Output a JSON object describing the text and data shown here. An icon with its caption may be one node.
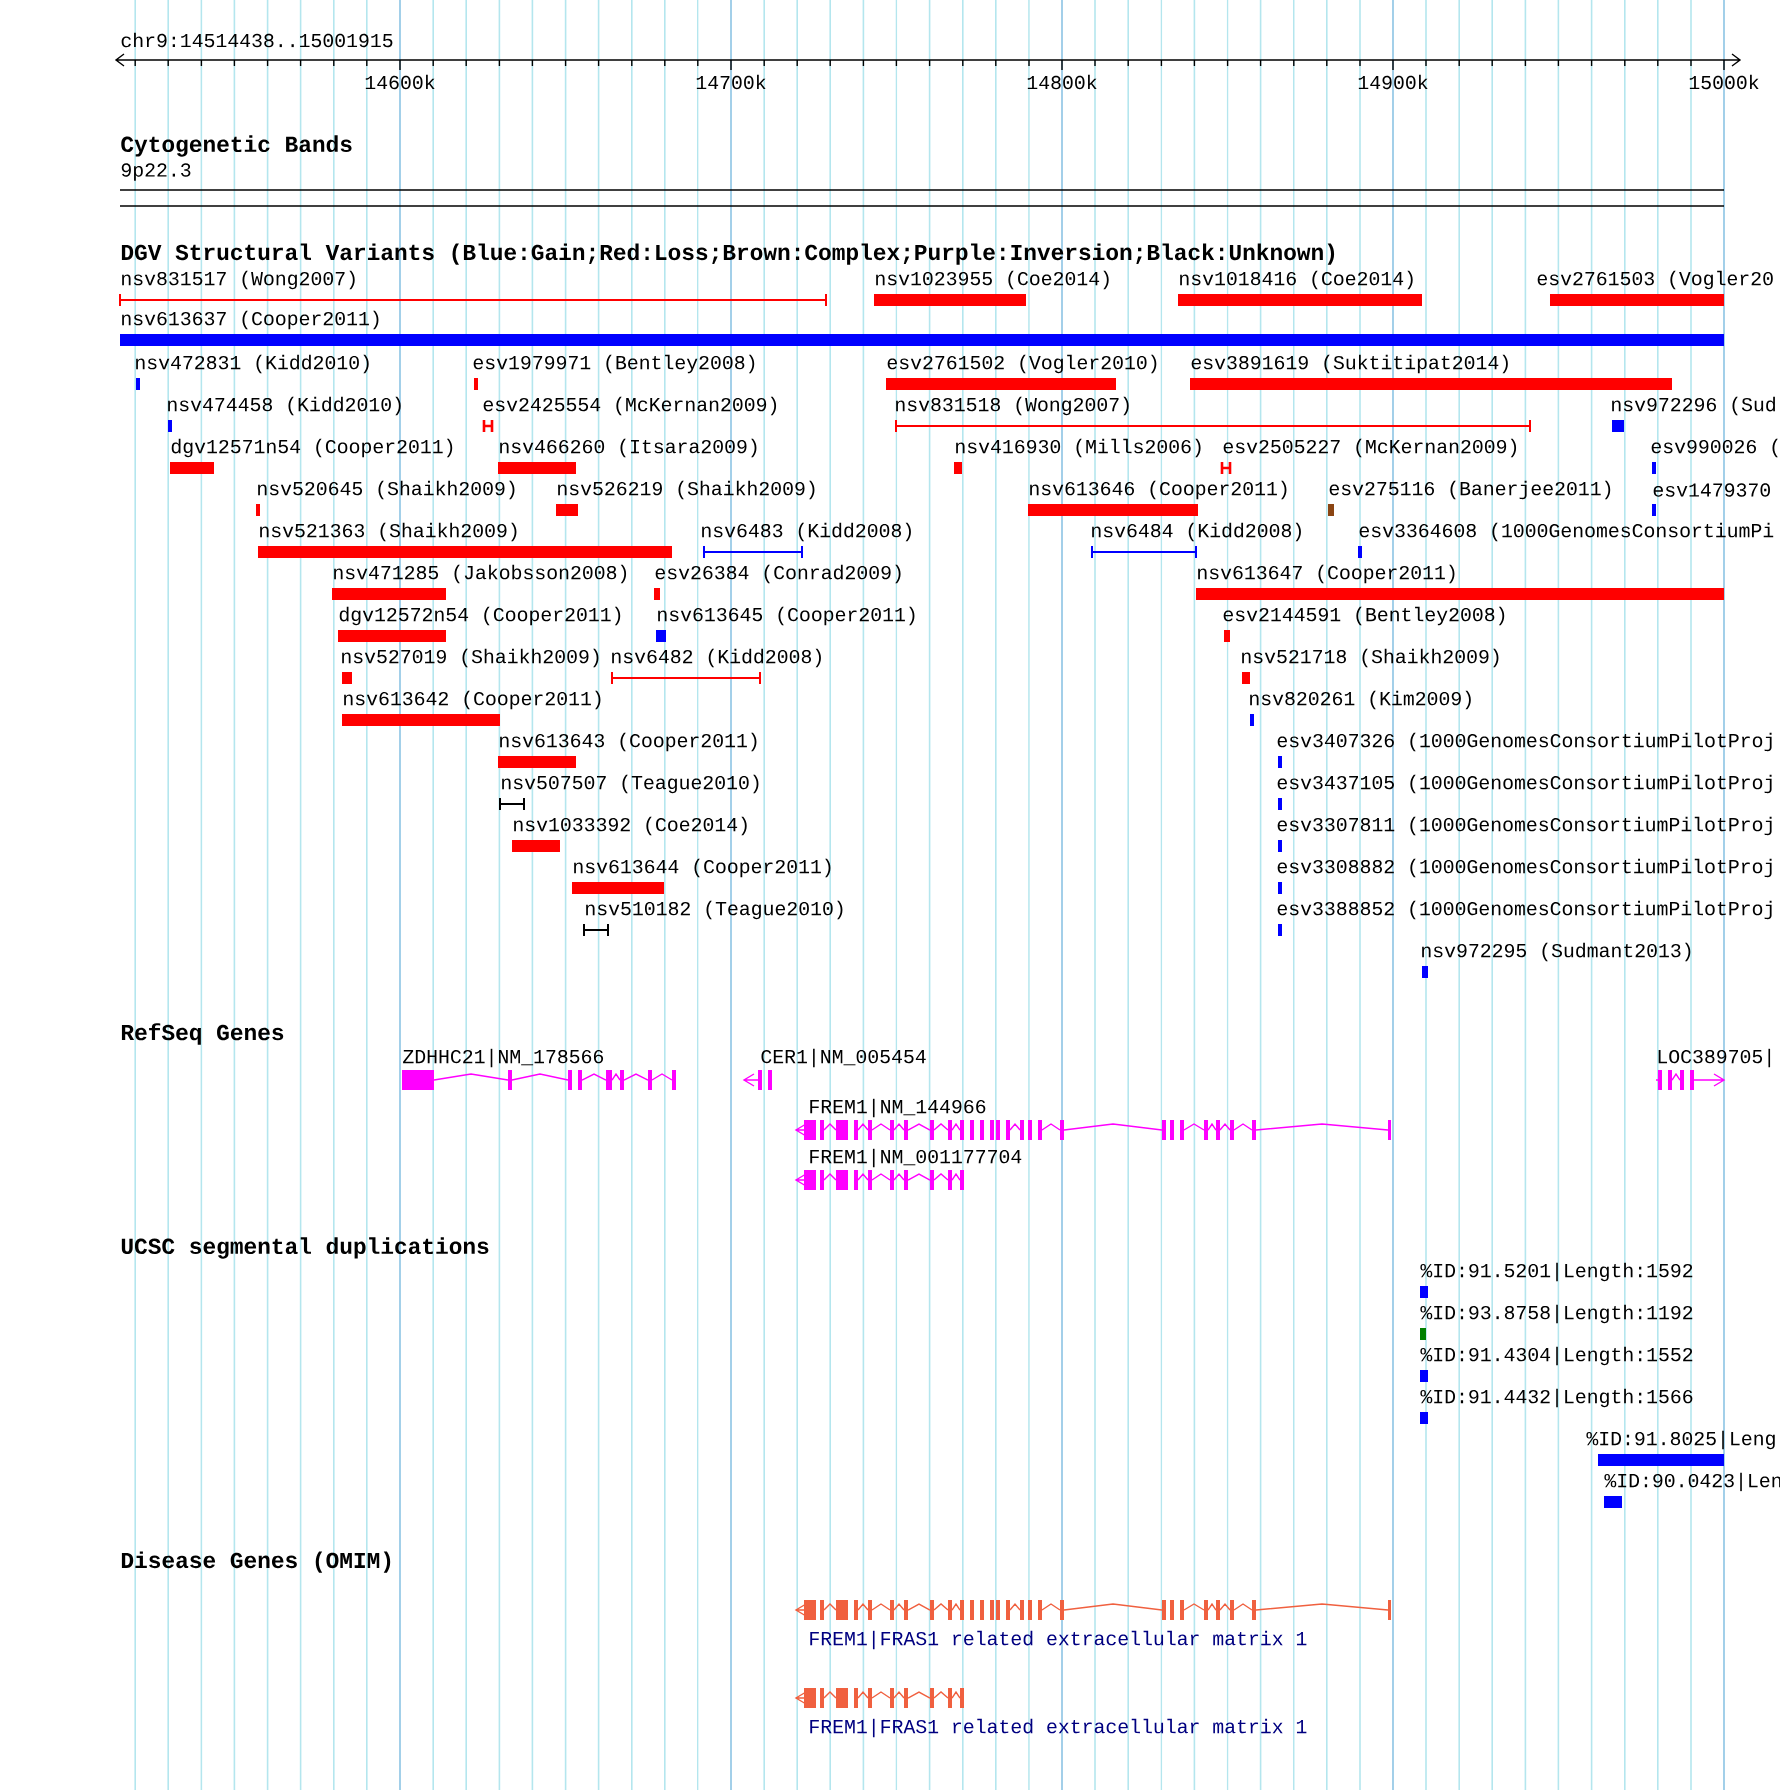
{
  "diagram": {
    "labels": [
      "chr9:14514438..15001915",
      "14600k",
      "14700k",
      "14800k",
      "14900k",
      "15000k",
      "Cytogenetic Bands",
      "9p22.3",
      "DGV Structural Variants (Blue:Gain;Red:Loss;Brown:Complex;Purple:Inversion;Black:Unknown)",
      "nsv831517 (Wong2007)",
      "nsv1023955 (Coe2014)",
      "nsv1018416 (Coe2014)",
      "esv2761503 (Vogler20",
      "nsv613637 (Cooper2011)",
      "nsv472831 (Kidd2010)",
      "esv1979971 (Bentley2008)",
      "esv2761502 (Vogler2010)",
      "esv3891619 (Suktitipat2014)",
      "nsv474458 (Kidd2010)",
      "esv2425554 (McKernan2009)",
      "nsv831518 (Wong2007)",
      "nsv972296 (Sud",
      "dgv12571n54 (Cooper2011)",
      "nsv466260 (Itsara2009)",
      "nsv416930 (Mills2006)",
      "esv2505227 (McKernan2009)",
      "esv990026 (",
      "nsv520645 (Shaikh2009)",
      "nsv526219 (Shaikh2009)",
      "nsv613646 (Cooper2011)",
      "esv275116 (Banerjee2011)",
      "esv1479370",
      "nsv521363 (Shaikh2009)",
      "nsv6483 (Kidd2008)",
      "nsv6484 (Kidd2008)",
      "esv3364608 (1000GenomesConsortiumPi",
      "nsv471285 (Jakobsson2008)",
      "esv26384 (Conrad2009)",
      "nsv613647 (Cooper2011)",
      "dgv12572n54 (Cooper2011)",
      "nsv613645 (Cooper2011)",
      "esv2144591 (Bentley2008)",
      "nsv527019 (Shaikh2009)",
      "nsv6482 (Kidd2008)",
      "nsv521718 (Shaikh2009)",
      "nsv613642 (Cooper2011)",
      "nsv820261 (Kim2009)",
      "nsv613643 (Cooper2011)",
      "esv3407326 (1000GenomesConsortiumPilotProj",
      "nsv507507 (Teague2010)",
      "esv3437105 (1000GenomesConsortiumPilotProj",
      "nsv1033392 (Coe2014)",
      "esv3307811 (1000GenomesConsortiumPilotProj",
      "nsv613644 (Cooper2011)",
      "esv3308882 (1000GenomesConsortiumPilotProj",
      "nsv510182 (Teague2010)",
      "esv3388852 (1000GenomesConsortiumPilotProj",
      "nsv972295 (Sudmant2013)",
      "RefSeq Genes",
      "ZDHHC21|NM_178566",
      "CER1|NM_005454",
      "LOC389705|",
      "FREM1|NM_144966",
      "FREM1|NM_001177704",
      "UCSC segmental duplications",
      "%ID:91.5201|Length:1592",
      "%ID:93.8758|Length:1192",
      "%ID:91.4304|Length:1552",
      "%ID:91.4432|Length:1566",
      "%ID:91.8025|Leng",
      "%ID:90.0423|Len",
      "Disease Genes (OMIM)",
      "FREM1|FRAS1 related extracellular matrix 1",
      "FREM1|FRAS1 related extracellular matrix 1"
    ]
  }
}
